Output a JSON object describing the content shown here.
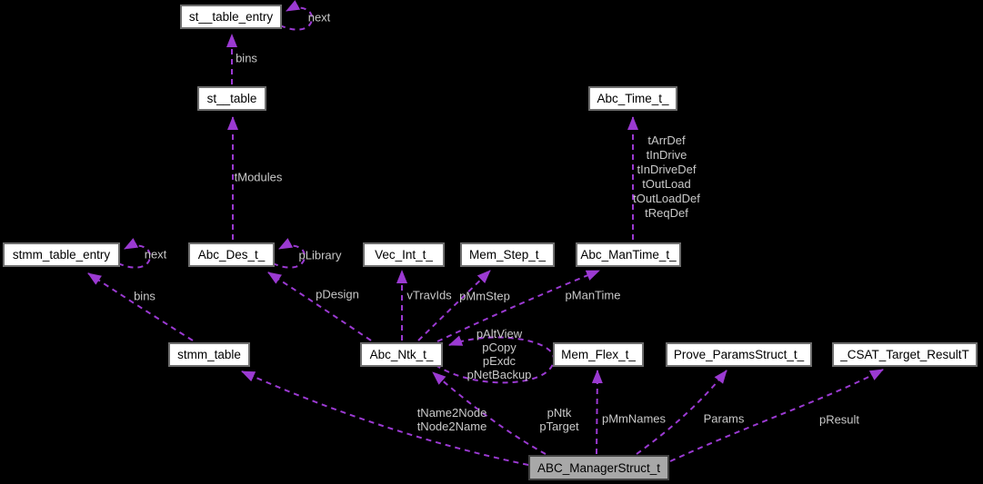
{
  "diagram": {
    "title": "ABC_ManagerStruct_t collaboration diagram",
    "type": "doxygen-collaboration-graph",
    "colors": {
      "background": "#000000",
      "edge": "#9B3AD2",
      "edge_label": "#C9C9C9",
      "node_fill": "#FFFFFF",
      "node_border": "#6E6E6E",
      "node_text": "#000000",
      "highlight_fill": "#A8A8A8",
      "highlight_border": "#424242"
    },
    "nodes": [
      {
        "id": "st__table_entry",
        "label": "st__table_entry"
      },
      {
        "id": "st__table",
        "label": "st__table"
      },
      {
        "id": "Abc_Time_t_",
        "label": "Abc_Time_t_"
      },
      {
        "id": "stmm_table_entry",
        "label": "stmm_table_entry"
      },
      {
        "id": "Abc_Des_t_",
        "label": "Abc_Des_t_"
      },
      {
        "id": "Vec_Int_t_",
        "label": "Vec_Int_t_"
      },
      {
        "id": "Mem_Step_t_",
        "label": "Mem_Step_t_"
      },
      {
        "id": "Abc_ManTime_t_",
        "label": "Abc_ManTime_t_"
      },
      {
        "id": "stmm_table",
        "label": "stmm_table"
      },
      {
        "id": "Abc_Ntk_t_",
        "label": "Abc_Ntk_t_"
      },
      {
        "id": "Mem_Flex_t_",
        "label": "Mem_Flex_t_"
      },
      {
        "id": "Prove_ParamsStruct_t_",
        "label": "Prove_ParamsStruct_t_"
      },
      {
        "id": "_CSAT_Target_ResultT",
        "label": "_CSAT_Target_ResultT"
      },
      {
        "id": "ABC_ManagerStruct_t",
        "label": "ABC_ManagerStruct_t"
      }
    ],
    "edge_labels": {
      "next_st": "next",
      "bins_st": "bins",
      "tModules": "tModules",
      "time_fields": "tArrDef\ntInDrive\ntInDriveDef\ntOutLoad\ntOutLoadDef\ntReqDef",
      "next_stmm": "next",
      "pLibrary": "pLibrary",
      "bins_stmm": "bins",
      "pDesign": "pDesign",
      "vTravIds": "vTravIds",
      "pMmStep": "pMmStep",
      "pManTime": "pManTime",
      "ntk_self": "pAltView\npCopy\npExdc\npNetBackup",
      "name2node": "tName2Node\ntNode2Name",
      "pNtk": "pNtk\npTarget",
      "pMmNames": "pMmNames",
      "Params": "Params",
      "pResult": "pResult"
    }
  }
}
